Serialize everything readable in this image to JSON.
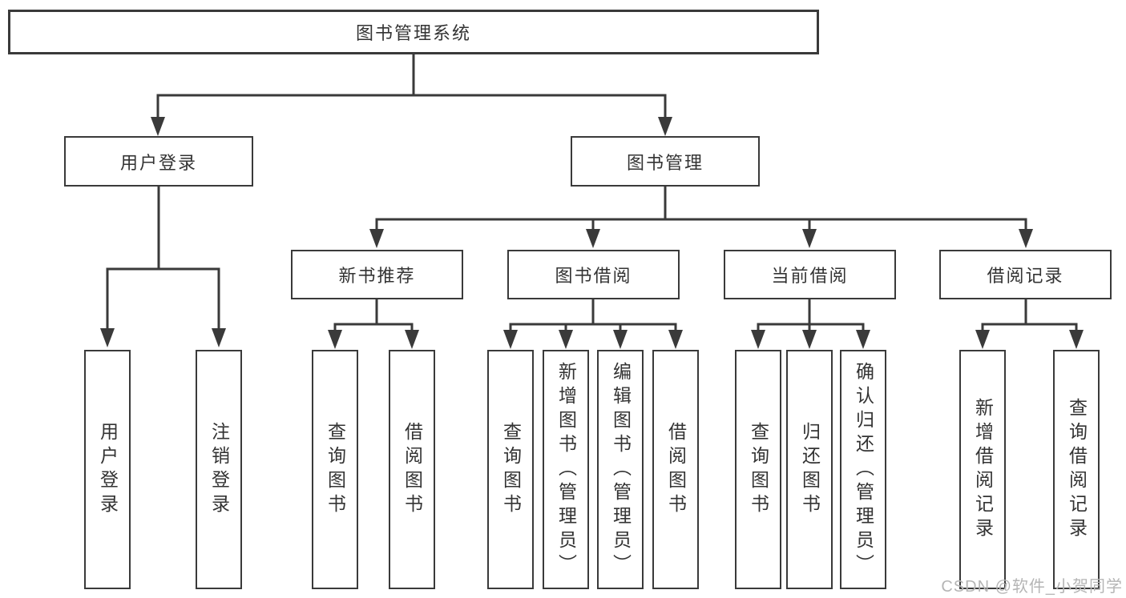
{
  "diagram_type": "hierarchy-tree",
  "colors": {
    "line": "#3a3a3a",
    "box_border": "#3a3a3a",
    "box_background": "#ffffff",
    "text": "#333333",
    "watermark_text": "#b5b5b5"
  },
  "tree": {
    "root": "图书管理系统",
    "children": [
      {
        "label": "用户登录",
        "children": [
          "用户登录",
          "注销登录"
        ]
      },
      {
        "label": "图书管理",
        "children": [
          {
            "label": "新书推荐",
            "children": [
              "查询图书",
              "借阅图书"
            ]
          },
          {
            "label": "图书借阅",
            "children": [
              "查询图书",
              "新增图书（管理员）",
              "编辑图书（管理员）",
              "借阅图书"
            ]
          },
          {
            "label": "当前借阅",
            "children": [
              "查询图书",
              "归还图书",
              "确认归还（管理员）"
            ]
          },
          {
            "label": "借阅记录",
            "children": [
              "新增借阅记录",
              "查询借阅记录"
            ]
          }
        ]
      }
    ]
  },
  "watermark": {
    "text": "CSDN @软件_小贺同学"
  }
}
